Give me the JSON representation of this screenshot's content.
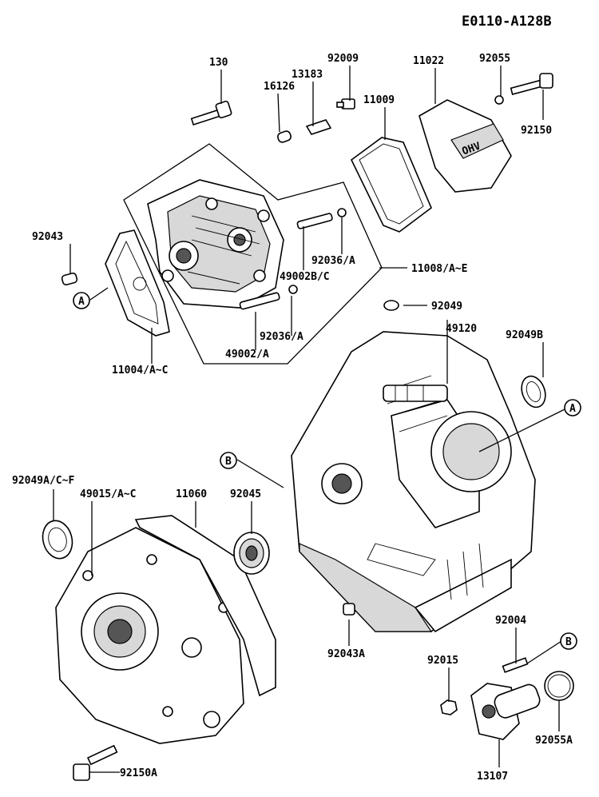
{
  "diagram_code": "E0110-A128B",
  "part_labels": [
    "130",
    "92009",
    "11022",
    "92055",
    "13183",
    "16126",
    "11009",
    "92150",
    "92043",
    "92036/A",
    "11008/A~E",
    "49002B/C",
    "92049",
    "92036/A",
    "49002/A",
    "11004/A~C",
    "49120",
    "92049B",
    "92049A/C~F",
    "49015/A~C",
    "11060",
    "92045",
    "92043A",
    "92004",
    "92015",
    "92055A",
    "92150A",
    "13107"
  ],
  "callouts": [
    "A",
    "A",
    "B",
    "B"
  ]
}
